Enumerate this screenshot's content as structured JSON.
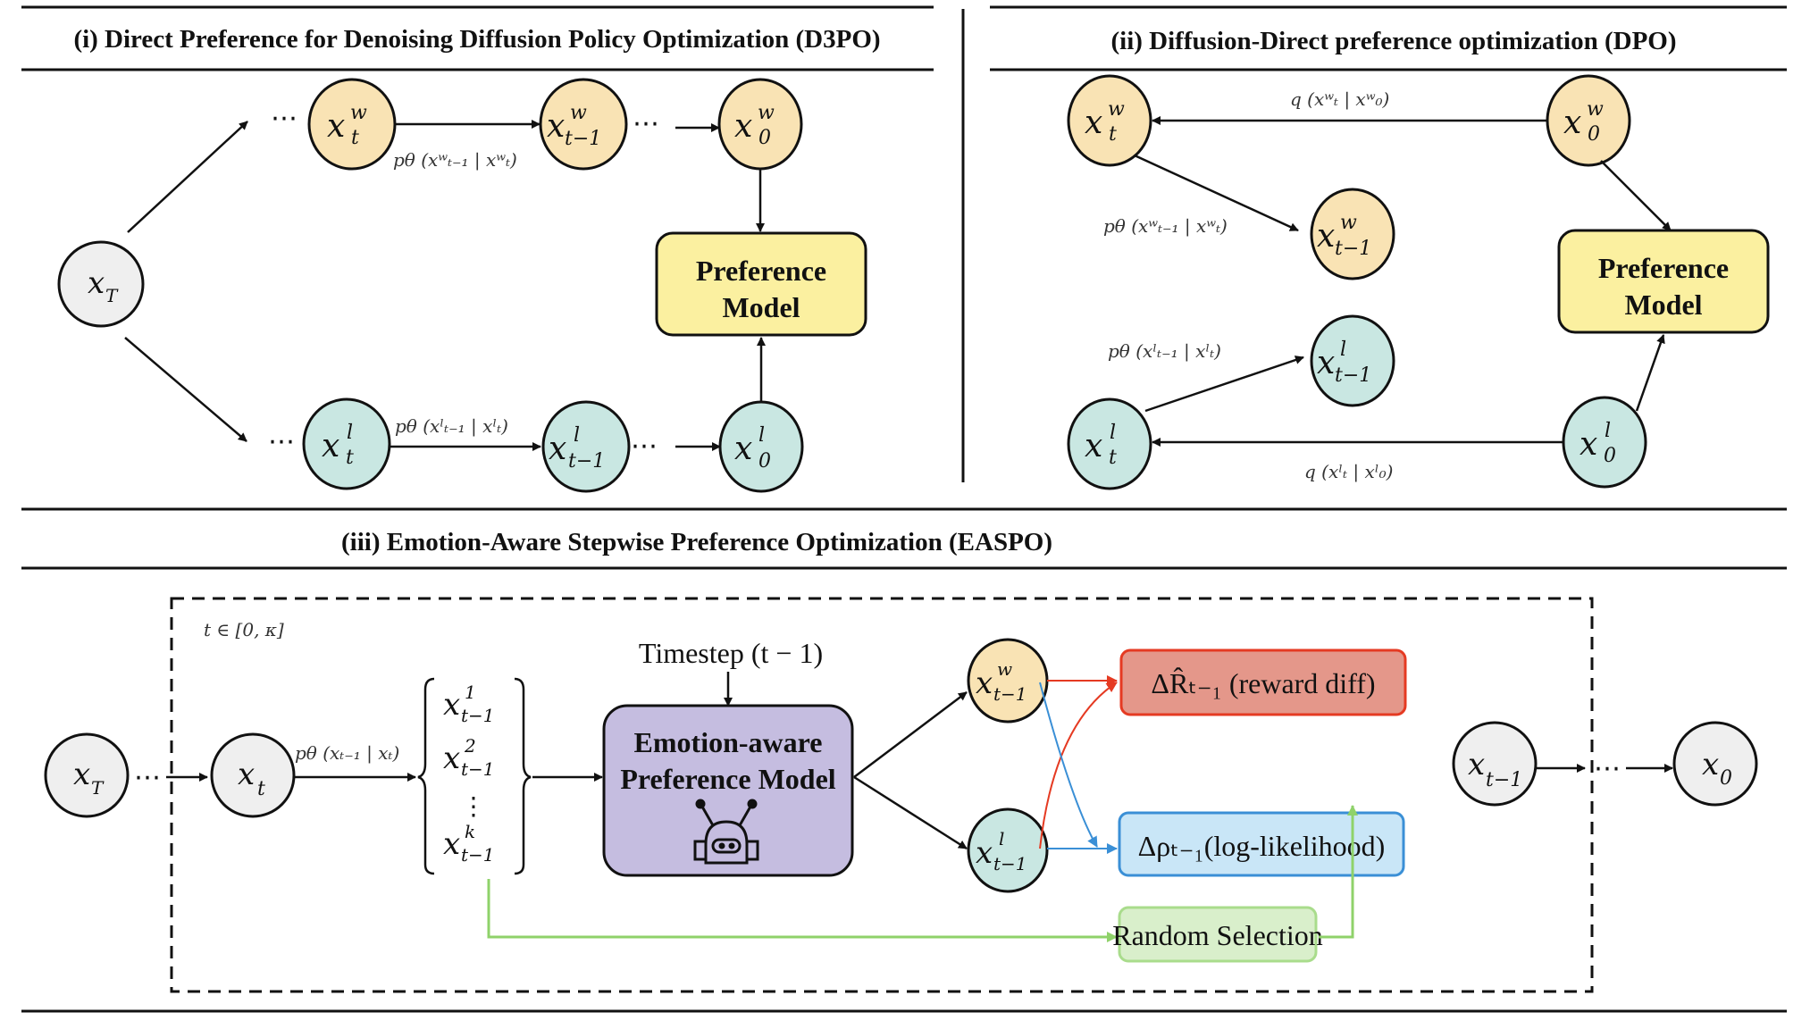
{
  "colors": {
    "winner_fill": "#f9e3b4",
    "loser_fill": "#c9e7e2",
    "neutral_fill": "#efefef",
    "preference_fill": "#fbf0a0",
    "emotion_fill": "#c5bde0",
    "reward_fill": "#e4978a",
    "reward_stroke": "#e53a22",
    "loglik_fill": "#c9e6f7",
    "loglik_stroke": "#3a8fd6",
    "random_fill": "#d9efcb",
    "random_stroke": "#8fd26a"
  },
  "panel1": {
    "title": "(i) Direct Preference for Denoising Diffusion Policy Optimization (D3PO)",
    "x_T": "x",
    "x_T_sub": "T",
    "ellipsis": "⋯",
    "w_t": {
      "base": "x",
      "sup": "w",
      "sub": "t"
    },
    "w_t1": {
      "base": "x",
      "sup": "w",
      "sub": "t−1"
    },
    "w_0": {
      "base": "x",
      "sup": "w",
      "sub": "0"
    },
    "l_t": {
      "base": "x",
      "sup": "l",
      "sub": "t"
    },
    "l_t1": {
      "base": "x",
      "sup": "l",
      "sub": "t−1"
    },
    "l_0": {
      "base": "x",
      "sup": "l",
      "sub": "0"
    },
    "edge_w_label": "pθ (xʷₜ₋₁ | xʷₜ)",
    "edge_l_label": "pθ (xˡₜ₋₁ | xˡₜ)",
    "pref_line1": "Preference",
    "pref_line2": "Model"
  },
  "panel2": {
    "title": "(ii) Diffusion-Direct preference optimization (DPO)",
    "q_w_label": "q (xʷₜ | xʷ₀)",
    "q_l_label": "q (xˡₜ | xˡ₀)",
    "p_w_label": "pθ (xʷₜ₋₁ | xʷₜ)",
    "p_l_label": "pθ (xˡₜ₋₁ | xˡₜ)",
    "pref_line1": "Preference",
    "pref_line2": "Model"
  },
  "panel3": {
    "title": "(iii) Emotion-Aware Stepwise Preference Optimization (EASPO)",
    "range_label": "t ∈ [0, κ]",
    "x_T_sub": "T",
    "x_t_sub": "t",
    "edge_label": "pθ (xₜ₋₁ | xₜ)",
    "candidates": [
      {
        "sup": "1",
        "sub": "t−1"
      },
      {
        "sup": "2",
        "sub": "t−1"
      },
      {
        "sup": "k",
        "sub": "t−1"
      }
    ],
    "vdots": "⋮",
    "timestep_label": "Timestep (t − 1)",
    "emotion_line1": "Emotion-aware",
    "emotion_line2": "Preference Model",
    "robot_icon": "robot-icon",
    "w_node": {
      "sup": "w",
      "sub": "t−1"
    },
    "l_node": {
      "sup": "l",
      "sub": "t−1"
    },
    "reward_label": "ΔR̂ₜ₋₁ (reward diff)",
    "loglik_label": "Δρₜ₋₁(log-likelihood)",
    "random_label": "Random Selection",
    "x_t1_sub": "t−1",
    "x_0_sub": "0"
  }
}
